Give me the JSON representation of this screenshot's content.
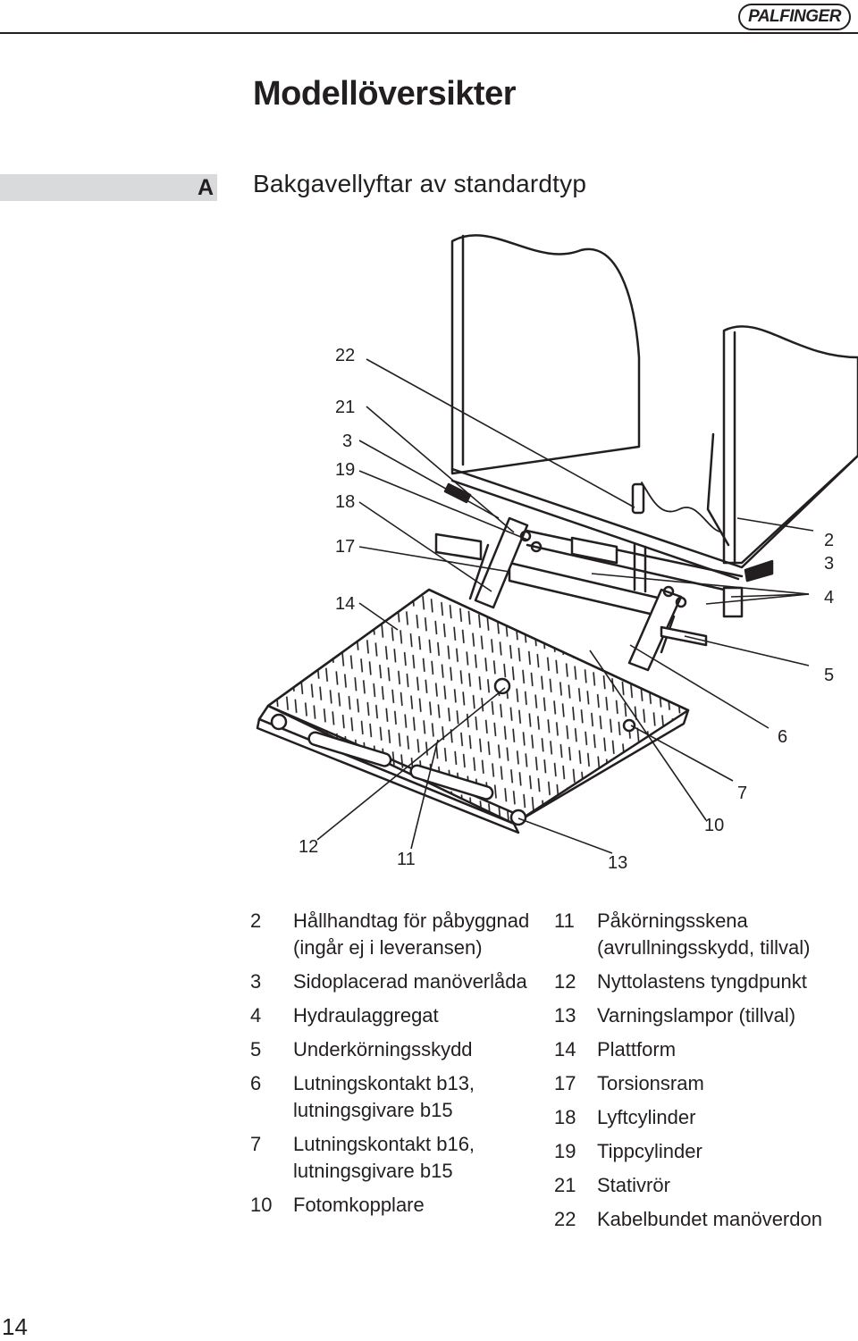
{
  "header": {
    "brand": "PALFINGER"
  },
  "title": "Modellöversikter",
  "section": {
    "letter": "A",
    "title": "Bakgavellyftar av standardtyp"
  },
  "figure": {
    "callouts": [
      "22",
      "21",
      "3",
      "19",
      "18",
      "17",
      "14",
      "2",
      "3",
      "4",
      "5",
      "6",
      "7",
      "10",
      "13",
      "11",
      "12"
    ]
  },
  "legend": {
    "left": [
      {
        "num": "2",
        "text": "Hållhandtag för påbyggnad (ingår ej i leveransen)"
      },
      {
        "num": "3",
        "text": "Sidoplacerad manöverlåda"
      },
      {
        "num": "4",
        "text": "Hydraulaggregat"
      },
      {
        "num": "5",
        "text": "Underkörningsskydd"
      },
      {
        "num": "6",
        "text": "Lutningskontakt b13, lutningsgivare b15"
      },
      {
        "num": "7",
        "text": "Lutningskontakt b16, lutningsgivare b15"
      },
      {
        "num": "10",
        "text": "Fotomkopplare"
      }
    ],
    "right": [
      {
        "num": "11",
        "text": "Påkörningsskena (avrullningsskydd, tillval)"
      },
      {
        "num": "12",
        "text": "Nyttolastens tyngdpunkt"
      },
      {
        "num": "13",
        "text": "Varningslampor (tillval)"
      },
      {
        "num": "14",
        "text": "Plattform"
      },
      {
        "num": "17",
        "text": "Torsionsram"
      },
      {
        "num": "18",
        "text": "Lyftcylinder"
      },
      {
        "num": "19",
        "text": "Tippcylinder"
      },
      {
        "num": "21",
        "text": "Stativrör"
      },
      {
        "num": "22",
        "text": "Kabelbundet manöverdon"
      }
    ]
  },
  "page_number": "14"
}
